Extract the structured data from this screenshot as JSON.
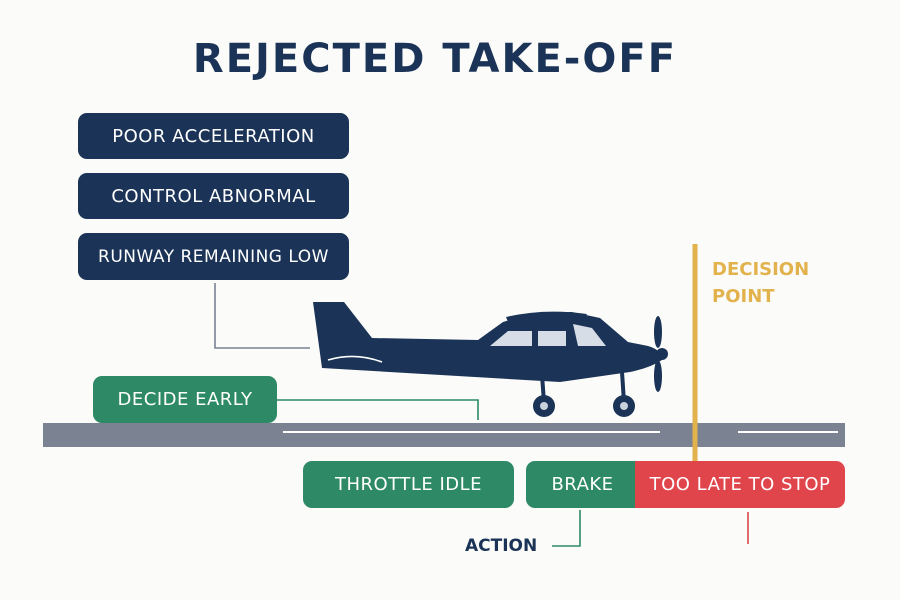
{
  "title": "REJECTED TAKE-OFF",
  "cues": [
    "POOR ACCELERATION",
    "CONTROL ABNORMAL",
    "RUNWAY REMAINING LOW"
  ],
  "decide_label": "DECIDE EARLY",
  "decision_point": {
    "line1": "DECISION",
    "line2": "POINT"
  },
  "actions": {
    "throttle": "THROTTLE IDLE",
    "brake": "BRAKE",
    "too_late": "TOO LATE TO STOP"
  },
  "action_label": "ACTION",
  "colors": {
    "navy": "#1a3356",
    "green": "#2e8a66",
    "red": "#e0454c",
    "gold": "#e2b24d",
    "runway": "#7b8393"
  },
  "icons": [
    "airplane-icon",
    "propeller-icon"
  ]
}
